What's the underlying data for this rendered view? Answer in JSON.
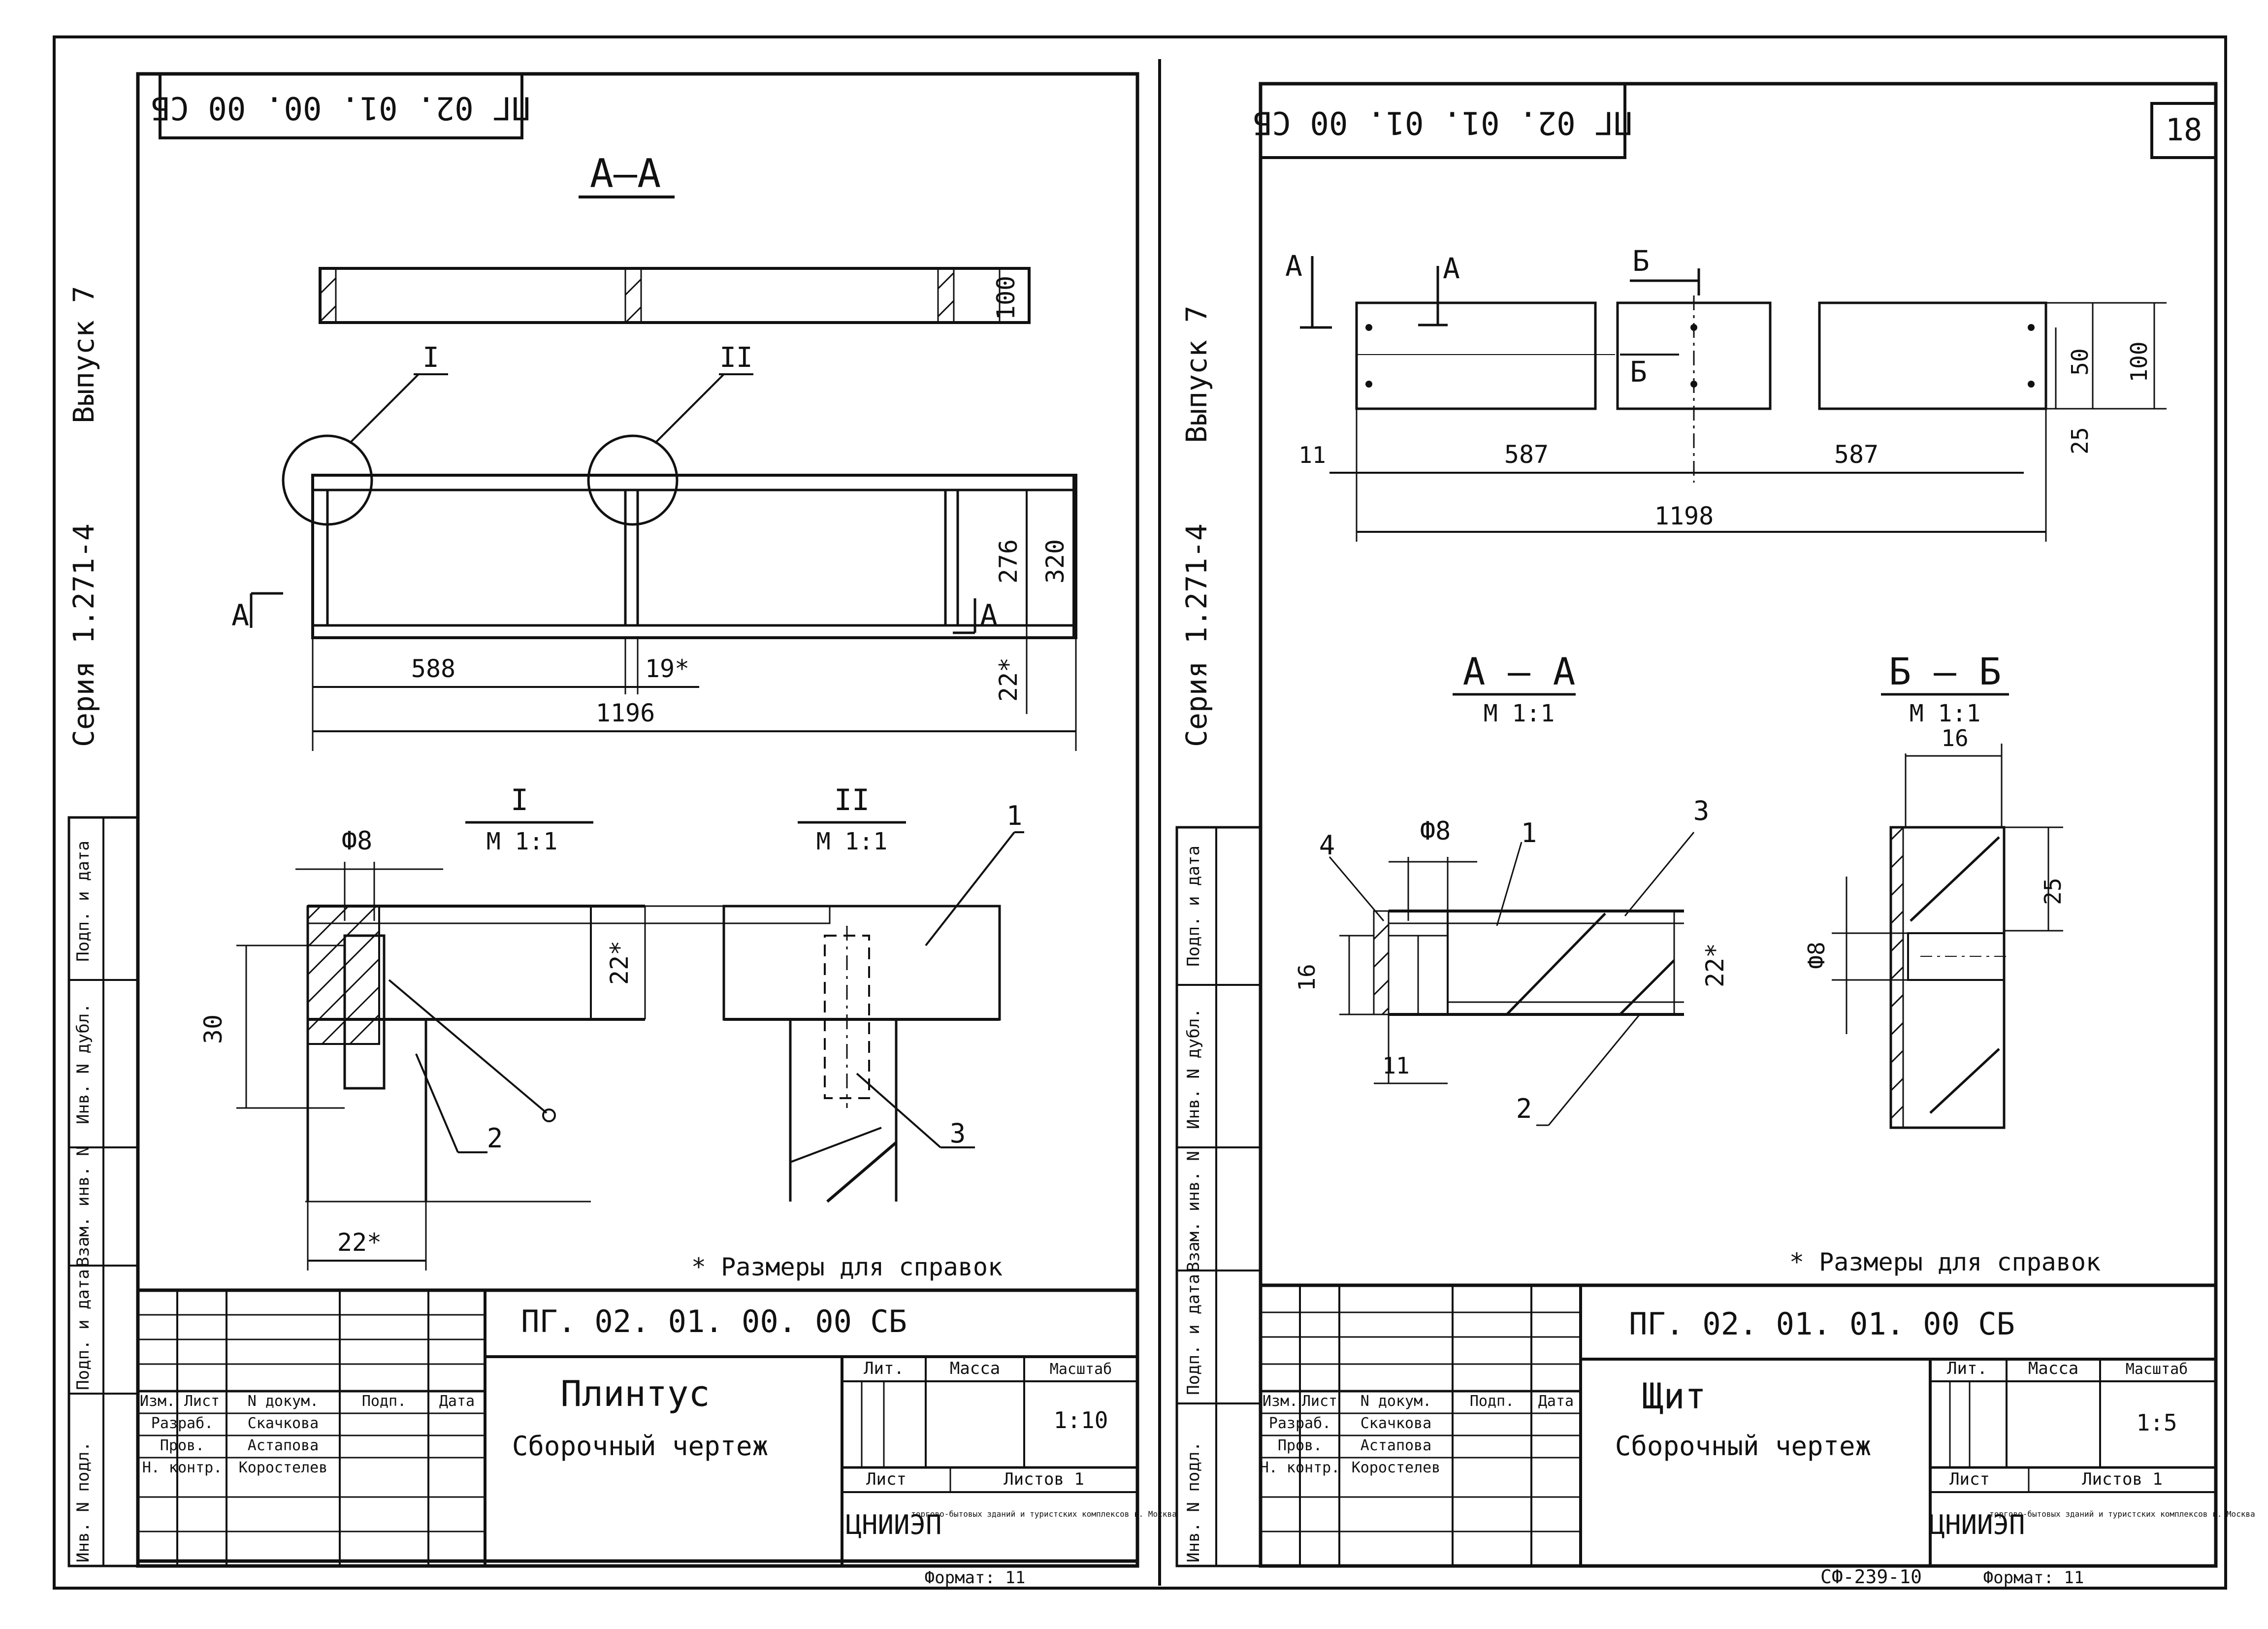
{
  "left_sheet": {
    "code_box": "ПГ 02. 01. 00. 00 СБ",
    "section_title": "А–А",
    "side_labels": {
      "series": "Серия 1.271-4",
      "issue": "Выпуск 7"
    },
    "dims": {
      "d588": "588",
      "d19": "19*",
      "d1196": "1196",
      "d100": "100",
      "d276": "276",
      "d320": "320",
      "d22a": "22*",
      "d30": "30",
      "d22b": "22*",
      "d22c": "22*",
      "d8": "Ф8"
    },
    "section_marks": {
      "a_left": "А",
      "a_right": "А",
      "I": "I",
      "II": "II"
    },
    "detail_I": {
      "title": "I",
      "scale": "М 1:1"
    },
    "detail_II": {
      "title": "II",
      "scale": "М 1:1"
    },
    "callouts": {
      "c1": "1",
      "c2": "2",
      "c3": "3"
    },
    "note": "* Размеры для справок",
    "title_block": {
      "doc_code": "ПГ. 02. 01. 00. 00 СБ",
      "name": "Плинтус",
      "subtitle": "Сборочный чертеж",
      "col_izm": "Изм.",
      "col_list": "Лист",
      "col_ndok": "N докум.",
      "col_podp": "Подп.",
      "col_data": "Дата",
      "r_razrab": "Разраб.",
      "n_razrab": "Скачкова",
      "r_prov": "Пров.",
      "n_prov": "Астапова",
      "r_nkontr": "Н. контр.",
      "n_nkontr": "Коростелев",
      "lit": "Лит.",
      "massa": "Масса",
      "masshtab": "Масштаб",
      "scale_value": "1:10",
      "list": "Лист",
      "listov": "Листов 1",
      "org_logo": "ЦНИИЭП",
      "org_text": "торгово-бытовых зданий и туристских комплексов г. Москва",
      "format": "Формат: 11"
    },
    "side_stamp": [
      "Инв. N подл.",
      "Подп. и дата",
      "Взам. инв. N",
      "Инв. N дубл.",
      "Подп. и дата"
    ]
  },
  "right_sheet": {
    "code_box": "ПГ 02. 01. 01. 00 СБ",
    "page_no": "18",
    "side_labels": {
      "series": "Серия 1.271-4",
      "issue": "Выпуск 7"
    },
    "section_marks": {
      "a1": "А",
      "a2": "А",
      "b1": "Б",
      "b2": "Б"
    },
    "dims": {
      "d11": "11",
      "d587a": "587",
      "d587b": "587",
      "d1198": "1198",
      "d50": "50",
      "d100": "100",
      "d25": "25",
      "d8": "Ф8",
      "d16a": "16",
      "d11b": "11",
      "d22": "22*",
      "d16b": "16",
      "d25b": "25",
      "d8b": "Ф8"
    },
    "section_AA": {
      "title": "А – А",
      "scale": "М 1:1"
    },
    "section_BB": {
      "title": "Б – Б",
      "scale": "М 1:1"
    },
    "callouts": {
      "c1": "1",
      "c2": "2",
      "c3": "3",
      "c4": "4"
    },
    "note": "* Размеры для справок",
    "title_block": {
      "doc_code": "ПГ. 02. 01. 01. 00 СБ",
      "name": "Щит",
      "subtitle": "Сборочный чертеж",
      "col_izm": "Изм.",
      "col_list": "Лист",
      "col_ndok": "N докум.",
      "col_podp": "Подп.",
      "col_data": "Дата",
      "r_razrab": "Разраб.",
      "n_razrab": "Скачкова",
      "r_prov": "Пров.",
      "n_prov": "Астапова",
      "r_nkontr": "Н. контр.",
      "n_nkontr": "Коростелев",
      "lit": "Лит.",
      "massa": "Масса",
      "masshtab": "Масштаб",
      "scale_value": "1:5",
      "list": "Лист",
      "listov": "Листов 1",
      "org_logo": "ЦНИИЭП",
      "org_text": "торгово-бытовых зданий и туристских комплексов г. Москва",
      "format": "Формат: 11",
      "sheet_ref": "СФ-239-10"
    },
    "side_stamp": [
      "Инв. N подл.",
      "Подп. и дата",
      "Взам. инв. N",
      "Инв. N дубл.",
      "Подп. и дата"
    ]
  }
}
